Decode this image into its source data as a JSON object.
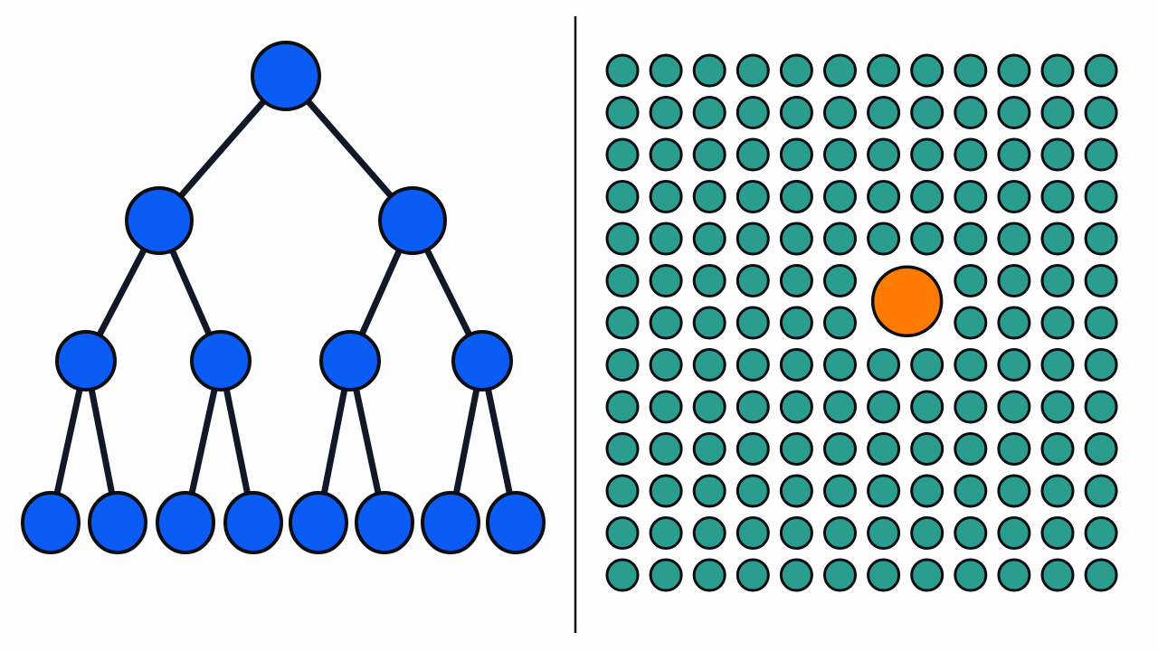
{
  "colors": {
    "background": "#fdfdfd",
    "tree_node": "#0a5cf5",
    "edge": "#111827",
    "outline": "#0d0d14",
    "grid_dot": "#2a9d8f",
    "highlight": "#ff7a00",
    "divider": "#111111"
  },
  "tree": {
    "levels": 4,
    "branching": 2,
    "node_shape": "circle"
  },
  "grid": {
    "rows": 13,
    "cols": 12,
    "highlight": {
      "rows": [
        5,
        6
      ],
      "cols": [
        6,
        7
      ]
    }
  }
}
